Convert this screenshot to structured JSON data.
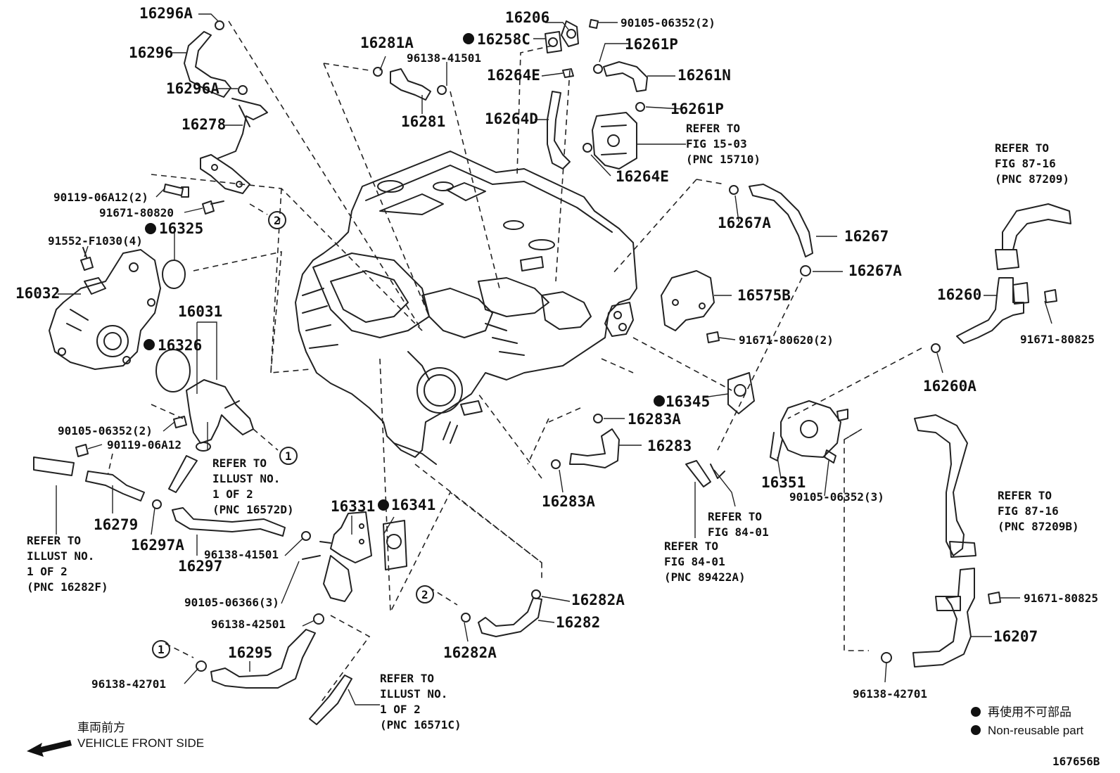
{
  "diagram_id": "167656B",
  "legend": {
    "jp": "再使用不可部品",
    "en": "Non-reusable part"
  },
  "direction": {
    "jp": "車両前方",
    "en": "VEHICLE FRONT SIDE"
  },
  "callouts": [
    "1",
    "2"
  ],
  "labels": {
    "l16296A_a": "16296A",
    "l16296": "16296",
    "l16296A_b": "16296A",
    "l16278": "16278",
    "l90119_a": "90119-06A12(2)",
    "l91671_80820": "91671-80820",
    "l16325": "16325",
    "l91552": "91552-F1030(4)",
    "l16032": "16032",
    "l16031": "16031",
    "l16326": "16326",
    "l90105_a": "90105-06352(2)",
    "l90119_b": "90119-06A12",
    "l16279": "16279",
    "l16297A": "16297A",
    "l16297": "16297",
    "l96138_41501_b": "96138-41501",
    "l16331": "16331",
    "l16341": "16341",
    "l90105_06366": "90105-06366(3)",
    "l96138_42501": "96138-42501",
    "l16295": "16295",
    "l96138_42701_a": "96138-42701",
    "l16281A": "16281A",
    "l96138_41501_a": "96138-41501",
    "l16281": "16281",
    "l16206": "16206",
    "l90105_top": "90105-06352(2)",
    "l16258C": "16258C",
    "l16261P_a": "16261P",
    "l16264E_a": "16264E",
    "l16261N": "16261N",
    "l16261P_b": "16261P",
    "l16264D": "16264D",
    "l16264E_b": "16264E",
    "l16267A_a": "16267A",
    "l16267": "16267",
    "l16267A_b": "16267A",
    "l16575B": "16575B",
    "l91671_80620": "91671-80620(2)",
    "l16345": "16345",
    "l16283A_a": "16283A",
    "l16283": "16283",
    "l16283A_b": "16283A",
    "l16351": "16351",
    "l90105_3": "90105-06352(3)",
    "l16282A_a": "16282A",
    "l16282": "16282",
    "l16282A_b": "16282A",
    "l16260": "16260",
    "l91671_80825_a": "91671-80825",
    "l16260A": "16260A",
    "l91671_80825_b": "91671-80825",
    "l16207": "16207",
    "l96138_42701_b": "96138-42701"
  },
  "refs": {
    "r15_03": [
      "REFER TO",
      "FIG 15-03",
      "(PNC 15710)"
    ],
    "r87_16a": [
      "REFER TO",
      "FIG 87-16",
      "(PNC 87209)"
    ],
    "r87_16b": [
      "REFER TO",
      "FIG 87-16",
      "(PNC 87209B)"
    ],
    "r84_01a": [
      "REFER TO",
      "FIG 84-01"
    ],
    "r84_01b": [
      "REFER TO",
      "FIG 84-01",
      "(PNC 89422A)"
    ],
    "r16572D": [
      "REFER TO",
      "ILLUST NO.",
      "1 OF 2",
      "(PNC 16572D)"
    ],
    "r16282F": [
      "REFER TO",
      "ILLUST NO.",
      "1 OF 2",
      "(PNC 16282F)"
    ],
    "r16571C": [
      "REFER TO",
      "ILLUST NO.",
      "1 OF 2",
      "(PNC 16571C)"
    ]
  },
  "non_reusable": [
    "l16258C",
    "l16325",
    "l16326",
    "l16341",
    "l16345"
  ]
}
